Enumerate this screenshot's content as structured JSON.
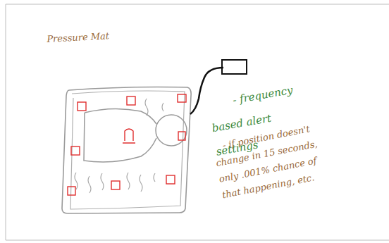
{
  "diagram": {
    "title": "Pressure Mat",
    "labels": [
      "- frequency based alert settings",
      "- if position doesn't change in 15 seconds, only .001% chance of that happening, etc."
    ]
  }
}
